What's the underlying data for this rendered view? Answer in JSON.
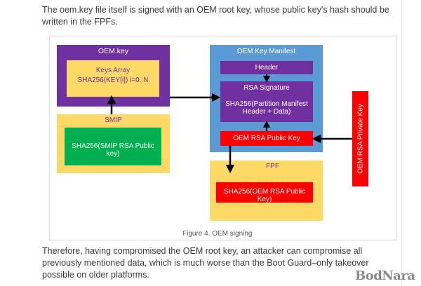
{
  "article": {
    "intro": "The oem.key file itself is signed with an OEM root key, whose public key's hash should be written in the FPFs.",
    "after": "Therefore, having compromised the OEM root key, an attacker can compromise all previously mentioned data, which is much worse than the Boot Guard–only takeover possible on older platforms."
  },
  "diagram": {
    "oem_key": {
      "title": "OEM.key",
      "keys_array_title": "Keys Array",
      "keys_array_formula": "SHA256(KEY[i]) i=0..N"
    },
    "smip": {
      "title": "SMIP",
      "hash": "SHA256(SMIP RSA Public key)"
    },
    "manifest": {
      "title": "OEM Key Manifest",
      "header": "Header",
      "rsa_signature": "RSA Signature",
      "sha_line1": "SHA256(Partition Manifest",
      "sha_line2": "Header + Data)",
      "public_key": "OEM RSA Public Key"
    },
    "fpf": {
      "title": "FPF",
      "hash": "SHA256(OEM RSA Public Key)"
    },
    "private_key": "OEM RSA Private Key",
    "colors": {
      "purple": "#7030a0",
      "yellow": "#ffd966",
      "blue": "#5b9bd5",
      "green": "#00b050",
      "red": "#ff0000"
    }
  },
  "caption": "Figure 4. OEM signing",
  "watermark": {
    "logo": "BodNara",
    "small": ""
  }
}
